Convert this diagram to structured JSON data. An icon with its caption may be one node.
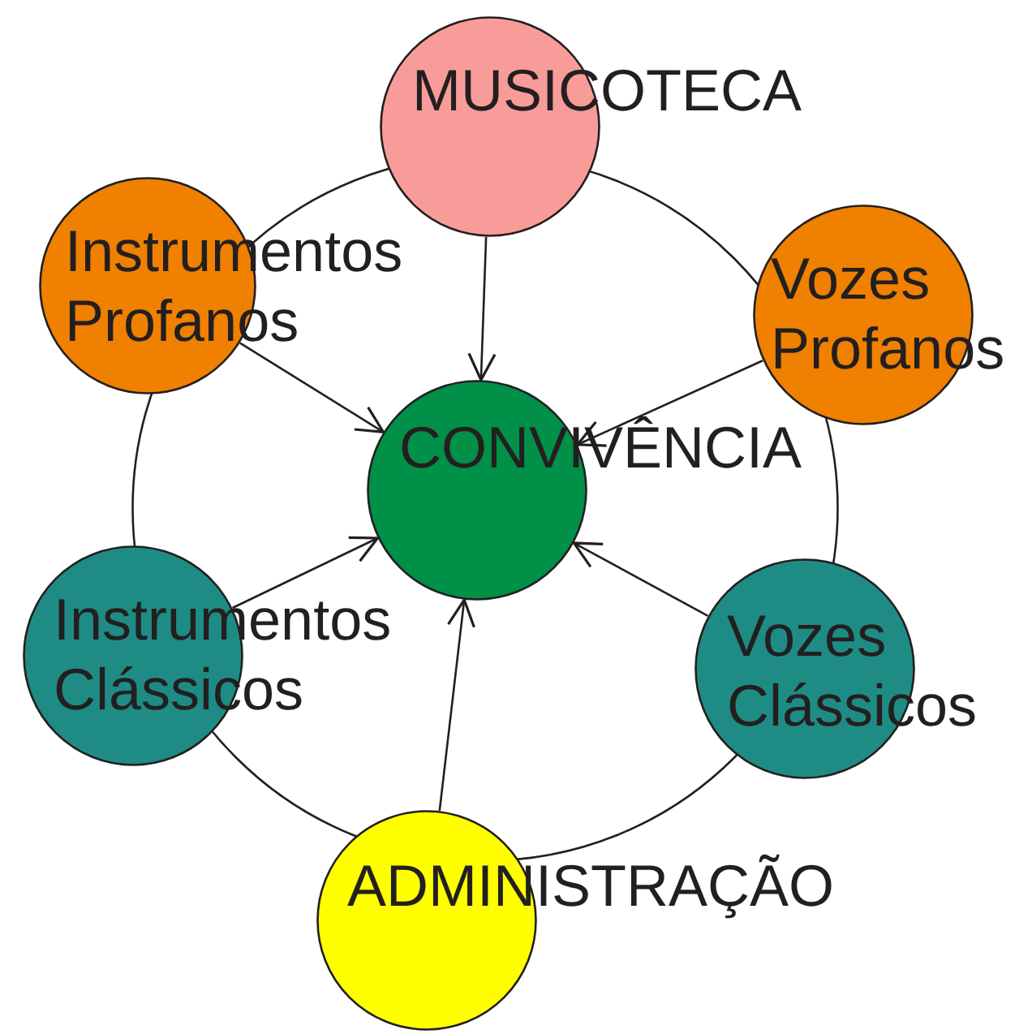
{
  "diagram": {
    "nodes": [
      {
        "text": [],
        "shape": "circle"
      },
      {
        "text": [
          "MUSICOTECA"
        ]
      },
      {
        "text": [
          "Instrumentos Profanos"
        ]
      },
      {
        "text": [
          "Vozes Profanos"
        ]
      },
      {
        "text": [
          "CONVIVÊNCIA"
        ],
        "in": 0
      },
      {
        "text": [
          "Instrumentos Clássicos"
        ]
      },
      {
        "text": [
          "Vozes Clássicos"
        ]
      },
      {
        "text": [
          "ADMINISTRAÇÃO"
        ]
      }
    ],
    "edges": [
      {
        "from": 1,
        "to": 4,
        "arrow": "to"
      },
      {
        "from": 2,
        "to": 4,
        "arrow": "to"
      },
      {
        "from": 3,
        "to": 4,
        "arrow": "to"
      },
      {
        "from": 5,
        "to": 4,
        "arrow": "to"
      },
      {
        "from": 6,
        "to": 4,
        "arrow": "to"
      },
      {
        "from": 7,
        "to": 4,
        "arrow": "to"
      }
    ]
  }
}
